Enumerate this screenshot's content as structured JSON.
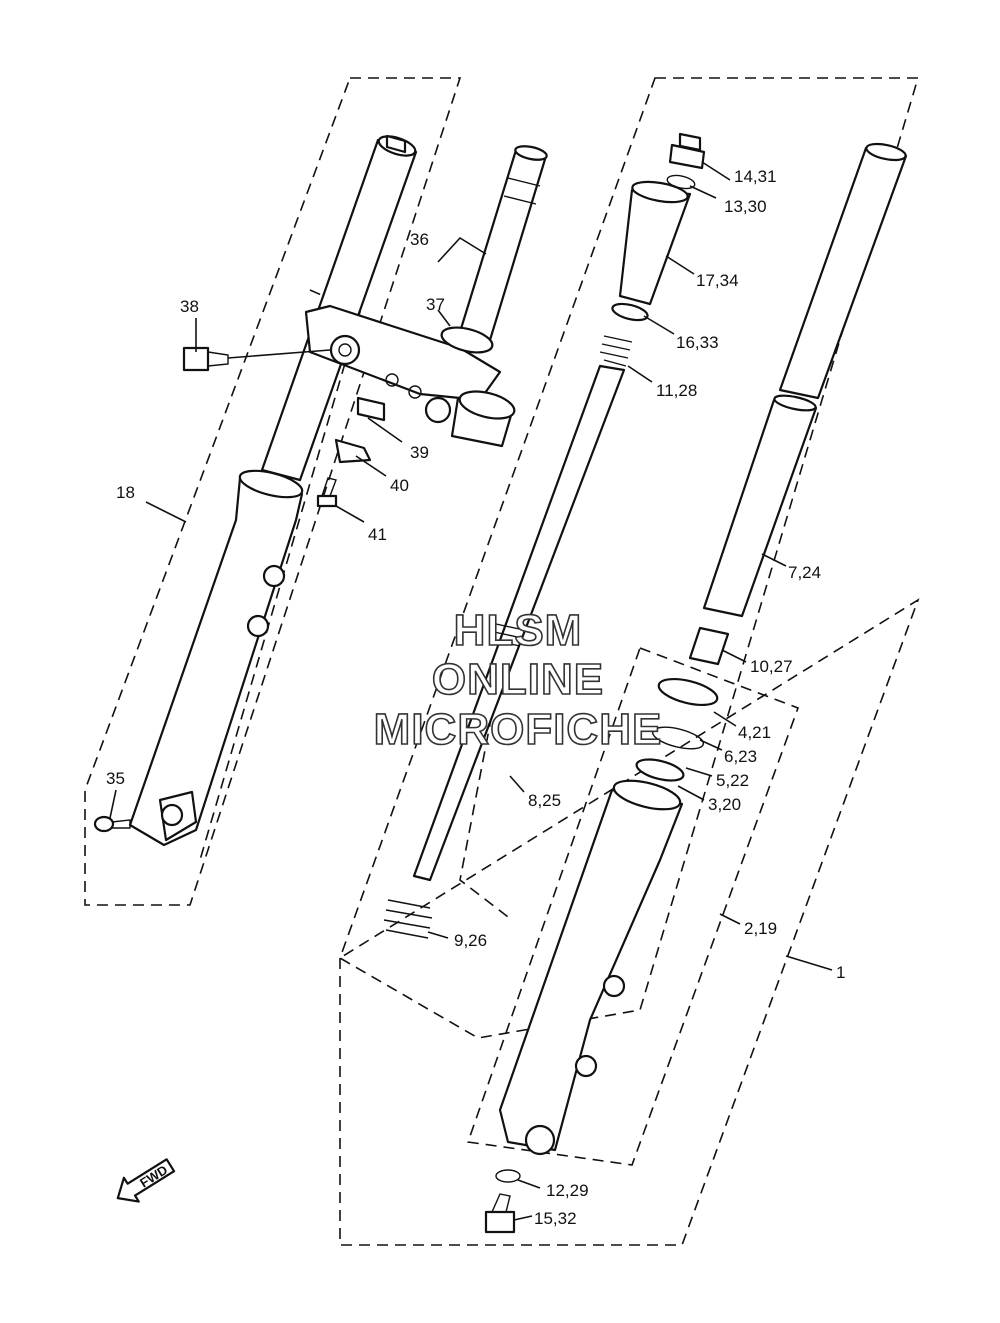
{
  "watermark": {
    "line1": "HLSM",
    "line2": "ONLINE",
    "line3": "MICROFICHE"
  },
  "fwd_arrow": {
    "label": "FWD",
    "icon": "forward-arrow-icon"
  },
  "callouts": {
    "c1": "1",
    "c2": "2,19",
    "c3": "3,20",
    "c4": "4,21",
    "c5": "5,22",
    "c6": "6,23",
    "c7": "7,24",
    "c8": "8,25",
    "c9": "9,26",
    "c10": "10,27",
    "c11": "11,28",
    "c12": "12,29",
    "c13": "13,30",
    "c14": "14,31",
    "c15": "15,32",
    "c16": "16,33",
    "c17": "17,34",
    "c18": "18",
    "c35": "35",
    "c36": "36",
    "c37": "37",
    "c38": "38",
    "c39": "39",
    "c40": "40",
    "c41": "41"
  },
  "colors": {
    "line": "#111111",
    "background": "#ffffff"
  }
}
